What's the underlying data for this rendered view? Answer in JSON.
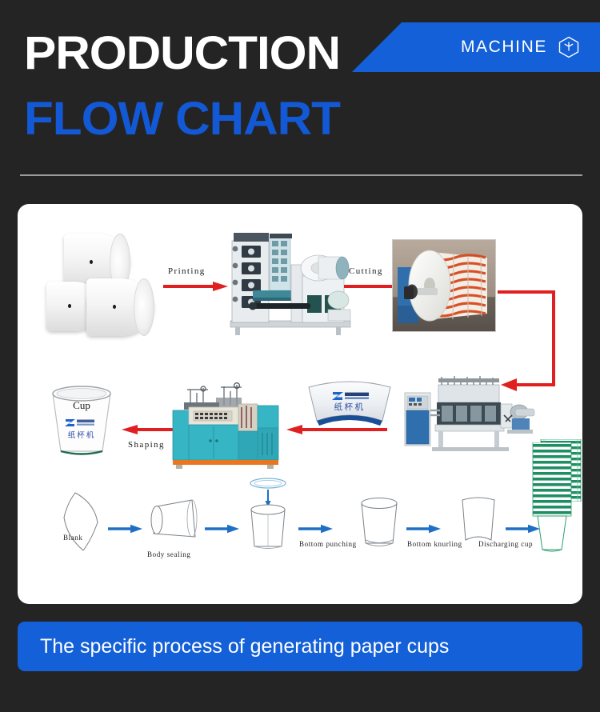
{
  "header": {
    "title_line1": "PRODUCTION",
    "title_line2": "FLOW CHART",
    "badge_label": "MACHINE",
    "badge_icon": "cube-icon",
    "colors": {
      "blue": "#1360D8",
      "dark": "#242424",
      "white": "#FFFFFF",
      "rule": "#9A9A9A"
    }
  },
  "footer": {
    "caption": "The specific process of generating paper cups"
  },
  "chart_data": {
    "type": "diagram",
    "title": "PRODUCTION FLOW CHART",
    "subtitle": "The specific process of generating paper cups",
    "rows": [
      {
        "row": 1,
        "direction": "left-to-right",
        "arrow_color": "#E02020",
        "nodes": [
          {
            "id": "paper-rolls",
            "label": "",
            "kind": "material",
            "desc": "stacked blank paper rolls"
          },
          {
            "id": "printing-machine",
            "label": "",
            "kind": "machine",
            "desc": "flexographic printing machine"
          },
          {
            "id": "printed-roll",
            "label": "",
            "kind": "material",
            "desc": "printed paper roll photo"
          }
        ],
        "arrows": [
          {
            "label": "Printing",
            "from": "paper-rolls",
            "to": "printing-machine"
          },
          {
            "label": "Cutting",
            "from": "printing-machine",
            "to": "printed-roll"
          }
        ]
      },
      {
        "row": 2,
        "direction": "right-to-left",
        "arrow_color": "#E02020",
        "nodes": [
          {
            "id": "punching-machine",
            "label": "",
            "kind": "machine",
            "desc": "paper cup blank die-cutting machine with control panel"
          },
          {
            "id": "blank-stack",
            "label": "",
            "kind": "material",
            "desc": "green striped stack of cup blanks"
          },
          {
            "id": "fan-blank",
            "label": "",
            "kind": "material",
            "desc": "fan-shaped printed cup blank with logo"
          },
          {
            "id": "forming-machine",
            "label": "",
            "kind": "machine",
            "desc": "teal paper cup forming machine"
          },
          {
            "id": "finished-cup",
            "label": "Cup",
            "kind": "product",
            "desc": "finished paper cup with logo"
          }
        ],
        "arrows": [
          {
            "label": "",
            "from": "printed-roll",
            "to": "punching-machine"
          },
          {
            "label": "",
            "from": "punching-machine",
            "to": "forming-machine"
          },
          {
            "label": "Shaping",
            "from": "forming-machine",
            "to": "finished-cup"
          }
        ]
      },
      {
        "row": 3,
        "direction": "left-to-right",
        "arrow_color": "#1F6FC4",
        "nodes": [
          {
            "id": "blank",
            "label": "Blank",
            "kind": "sketch"
          },
          {
            "id": "body-sealing",
            "label": "Body sealing",
            "kind": "sketch"
          },
          {
            "id": "bottom-punching",
            "label": "Bottom punching",
            "kind": "sketch"
          },
          {
            "id": "bottom-knurling",
            "label": "Bottom knurling",
            "kind": "sketch"
          },
          {
            "id": "discharging-cup",
            "label": "Discharging cup",
            "kind": "sketch"
          }
        ],
        "arrow_count": 5
      }
    ],
    "step_labels_row1": [
      "Printing",
      "Cutting"
    ],
    "step_labels_row2": [
      "Shaping"
    ],
    "step_labels_row3": [
      "Blank",
      "Body sealing",
      "Bottom punching",
      "Bottom knurling",
      "Discharging cup"
    ],
    "cup_label": "Cup",
    "brand_text_cn": "纸杯机",
    "brand_mark": "Z"
  },
  "flow": {
    "row1": {
      "arrow1_label": "Printing",
      "arrow2_label": "Cutting"
    },
    "row2": {
      "arrow_label": "Shaping",
      "cup_label": "Cup",
      "cup_brand_cn": "纸杯机",
      "blank_brand_cn": "纸杯机",
      "brand_mark": "Z"
    },
    "row3": {
      "label1": "Blank",
      "label2": "Body sealing",
      "label3": "Bottom punching",
      "label4": "Bottom knurling",
      "label5": "Discharging cup"
    }
  }
}
